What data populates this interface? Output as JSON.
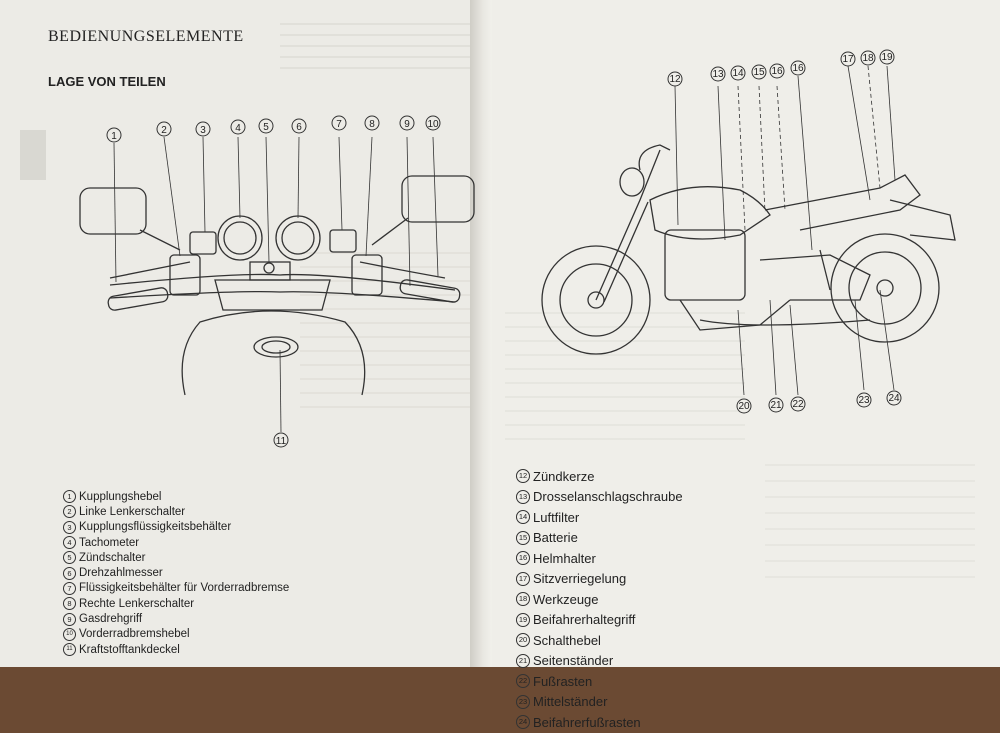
{
  "left_page": {
    "section_title": "BEDIENUNGSELEMENTE",
    "subsection_title": "LAGE VON TEILEN",
    "callouts": [
      "1",
      "2",
      "3",
      "4",
      "5",
      "6",
      "7",
      "8",
      "9",
      "10",
      "11"
    ],
    "legend": [
      {
        "num": "1",
        "label": "Kupplungshebel"
      },
      {
        "num": "2",
        "label": "Linke Lenkerschalter"
      },
      {
        "num": "3",
        "label": "Kupplungsflüssigkeitsbehälter"
      },
      {
        "num": "4",
        "label": "Tachometer"
      },
      {
        "num": "5",
        "label": "Zündschalter"
      },
      {
        "num": "6",
        "label": "Drehzahlmesser"
      },
      {
        "num": "7",
        "label": "Flüssigkeitsbehälter für Vorderradbremse"
      },
      {
        "num": "8",
        "label": "Rechte Lenkerschalter"
      },
      {
        "num": "9",
        "label": "Gasdrehgriff"
      },
      {
        "num": "10",
        "label": "Vorderradbremshebel"
      },
      {
        "num": "11",
        "label": "Kraftstofftankdeckel"
      }
    ]
  },
  "right_page": {
    "callouts_top": [
      "12",
      "13",
      "14",
      "15",
      "16",
      "16",
      "17",
      "18",
      "19"
    ],
    "callouts_bottom": [
      "20",
      "21",
      "22",
      "23",
      "24"
    ],
    "legend": [
      {
        "num": "12",
        "label": "Zündkerze"
      },
      {
        "num": "13",
        "label": "Drosselanschlagschraube"
      },
      {
        "num": "14",
        "label": "Luftfilter"
      },
      {
        "num": "15",
        "label": "Batterie"
      },
      {
        "num": "16",
        "label": "Helmhalter"
      },
      {
        "num": "17",
        "label": "Sitzverriegelung"
      },
      {
        "num": "18",
        "label": "Werkzeuge"
      },
      {
        "num": "19",
        "label": "Beifahrerhaltegriff"
      },
      {
        "num": "20",
        "label": "Schalthebel"
      },
      {
        "num": "21",
        "label": "Seitenständer"
      },
      {
        "num": "22",
        "label": "Fußrasten"
      },
      {
        "num": "23",
        "label": "Mittelständer"
      },
      {
        "num": "24",
        "label": "Beifahrerfußrasten"
      }
    ]
  },
  "colors": {
    "paper": "#ecebe6",
    "ink": "#222222",
    "table": "#6b4a33"
  }
}
